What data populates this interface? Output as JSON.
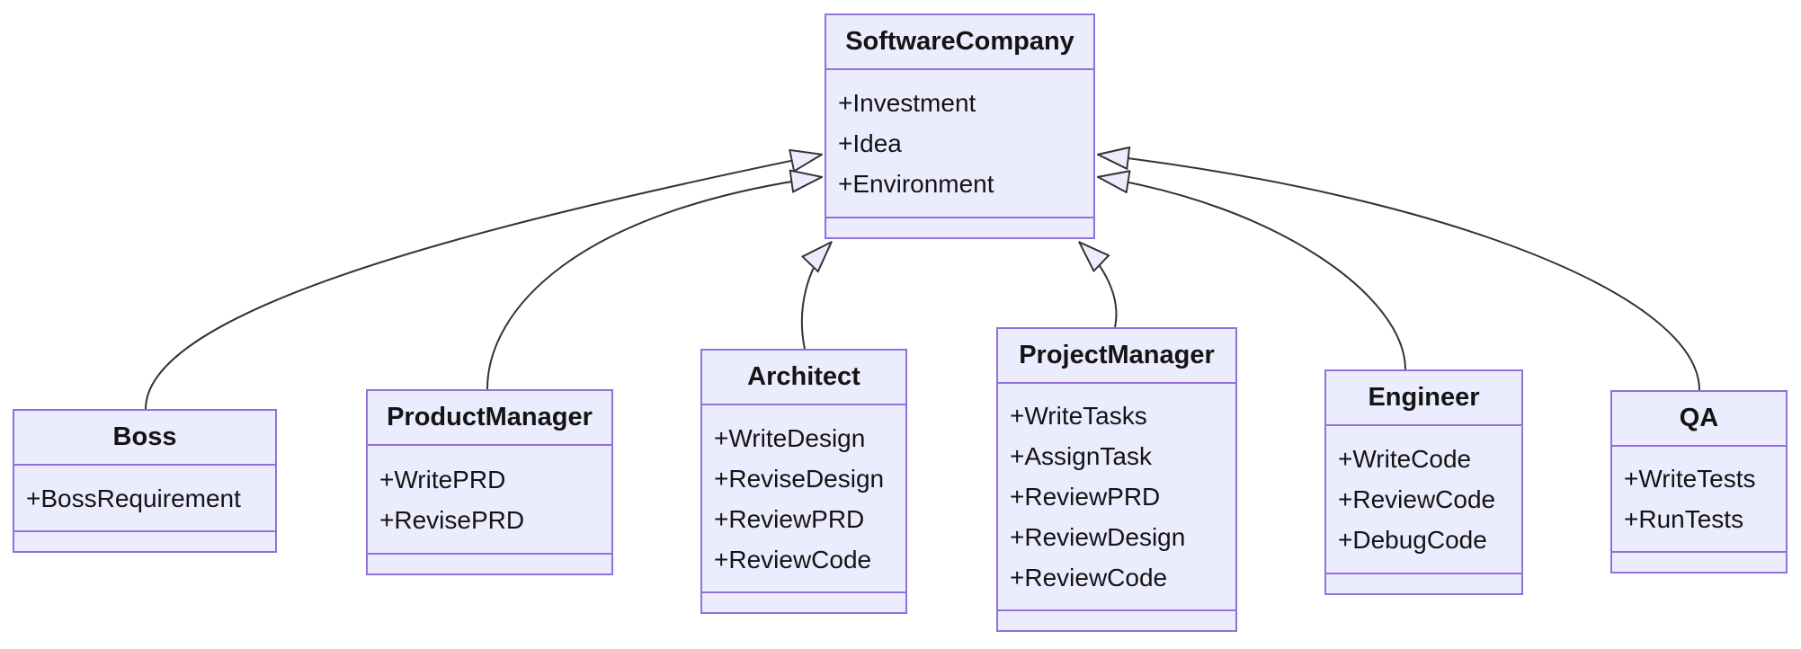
{
  "diagram": {
    "kind": "uml-class-diagram",
    "classes": [
      {
        "id": "softwarecompany",
        "name": "SoftwareCompany",
        "attributes": [
          "+Investment",
          "+Idea",
          "+Environment"
        ]
      },
      {
        "id": "boss",
        "name": "Boss",
        "attributes": [
          "+BossRequirement"
        ]
      },
      {
        "id": "productmanager",
        "name": "ProductManager",
        "attributes": [
          "+WritePRD",
          "+RevisePRD"
        ]
      },
      {
        "id": "architect",
        "name": "Architect",
        "attributes": [
          "+WriteDesign",
          "+ReviseDesign",
          "+ReviewPRD",
          "+ReviewCode"
        ]
      },
      {
        "id": "projectmanager",
        "name": "ProjectManager",
        "attributes": [
          "+WriteTasks",
          "+AssignTask",
          "+ReviewPRD",
          "+ReviewDesign",
          "+ReviewCode"
        ]
      },
      {
        "id": "engineer",
        "name": "Engineer",
        "attributes": [
          "+WriteCode",
          "+ReviewCode",
          "+DebugCode"
        ]
      },
      {
        "id": "qa",
        "name": "QA",
        "attributes": [
          "+WriteTests",
          "+RunTests"
        ]
      }
    ],
    "relations": [
      {
        "from": "Boss",
        "to": "SoftwareCompany",
        "type": "inheritance"
      },
      {
        "from": "ProductManager",
        "to": "SoftwareCompany",
        "type": "inheritance"
      },
      {
        "from": "Architect",
        "to": "SoftwareCompany",
        "type": "inheritance"
      },
      {
        "from": "ProjectManager",
        "to": "SoftwareCompany",
        "type": "inheritance"
      },
      {
        "from": "Engineer",
        "to": "SoftwareCompany",
        "type": "inheritance"
      },
      {
        "from": "QA",
        "to": "SoftwareCompany",
        "type": "inheritance"
      }
    ],
    "colors": {
      "node_fill": "#ECECFF",
      "node_border": "#9370DB",
      "edge": "#333333",
      "text": "#141414",
      "background": "#FFFFFF"
    }
  }
}
